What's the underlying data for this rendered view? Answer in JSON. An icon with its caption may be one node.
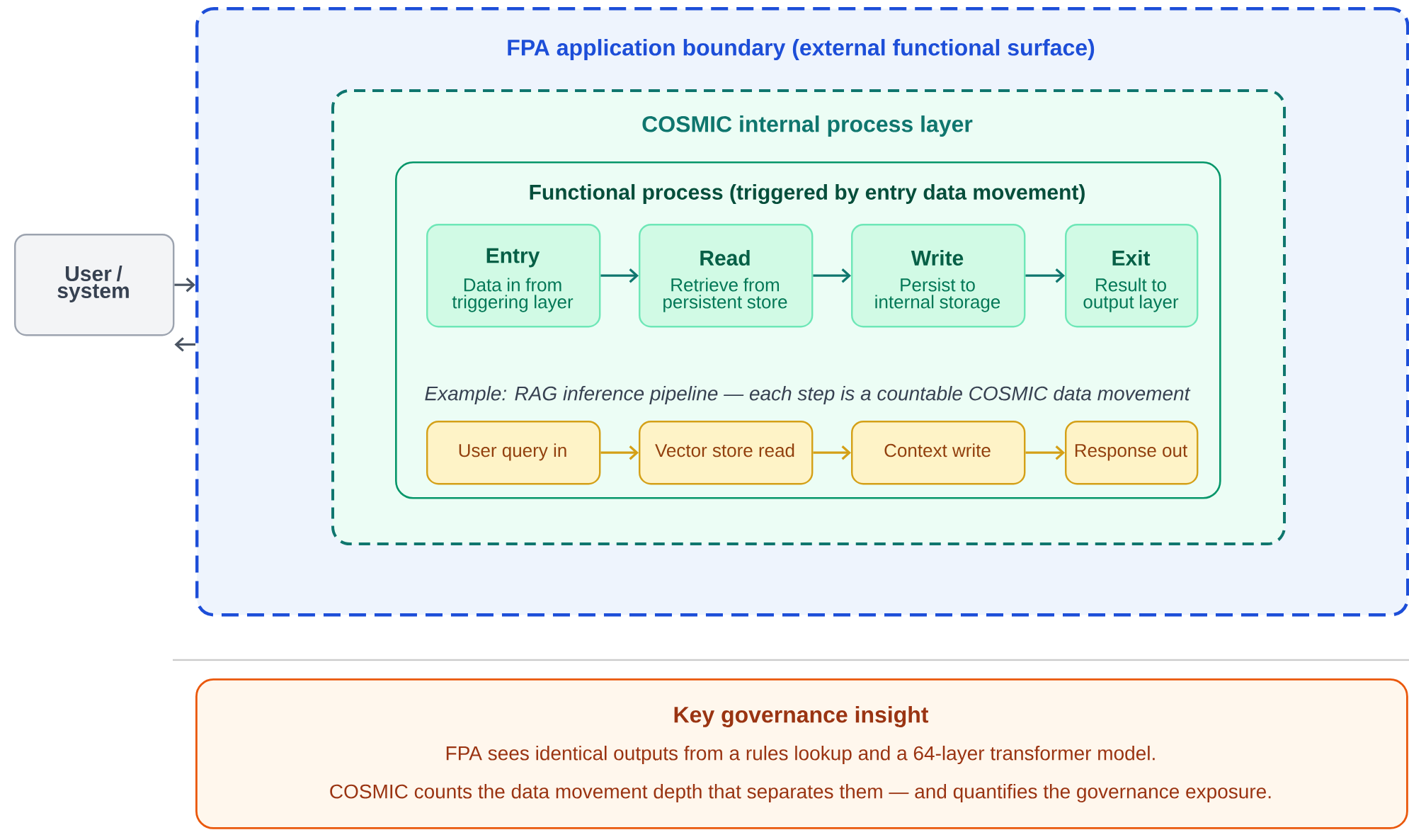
{
  "diagram": {
    "nodes": [
      {
        "text": [
          "User / system"
        ]
      },
      {
        "text": [
          "FPA application boundary (external functional surface)"
        ]
      },
      {
        "text": [
          "COSMIC internal process layer"
        ],
        "in": 1
      },
      {
        "text": [
          "Functional process (triggered by entry data movement)",
          "Example: RAG inference pipeline — each step is a countable COSMIC data movement"
        ],
        "in": 2
      },
      {
        "text": [
          "Entry",
          "Data in from triggering layer"
        ],
        "in": 3
      },
      {
        "text": [
          "Read",
          "Retrieve from persistent store"
        ],
        "in": 3
      },
      {
        "text": [
          "Write",
          "Persist to internal storage"
        ],
        "in": 3
      },
      {
        "text": [
          "Exit",
          "Result to output layer"
        ],
        "in": 3
      },
      {
        "text": [
          "User query in"
        ],
        "in": 3
      },
      {
        "text": [
          "Vector store read"
        ],
        "in": 3
      },
      {
        "text": [
          "Context write"
        ],
        "in": 3
      },
      {
        "text": [
          "Response out"
        ],
        "in": 3
      },
      {
        "text": [
          "Key governance insight",
          "FPA sees identical outputs from a rules lookup and a 64-layer transformer model.",
          "COSMIC counts the data movement depth that separates them — and quantifies the governance exposure."
        ]
      }
    ],
    "edges": [
      {
        "from": 0,
        "to": 1,
        "arrow": "to",
        "color": "#4b5563"
      },
      {
        "from": 1,
        "to": 0,
        "arrow": "to",
        "color": "#4b5563"
      },
      {
        "from": 4,
        "to": 5,
        "arrow": "to",
        "color": "#0f766e"
      },
      {
        "from": 5,
        "to": 6,
        "arrow": "to",
        "color": "#0f766e"
      },
      {
        "from": 6,
        "to": 7,
        "arrow": "to",
        "color": "#0f766e"
      },
      {
        "from": 8,
        "to": 9,
        "arrow": "to",
        "color": "#d4a017"
      },
      {
        "from": 9,
        "to": 10,
        "arrow": "to",
        "color": "#d4a017"
      },
      {
        "from": 10,
        "to": 11,
        "arrow": "to",
        "color": "#d4a017"
      }
    ]
  }
}
